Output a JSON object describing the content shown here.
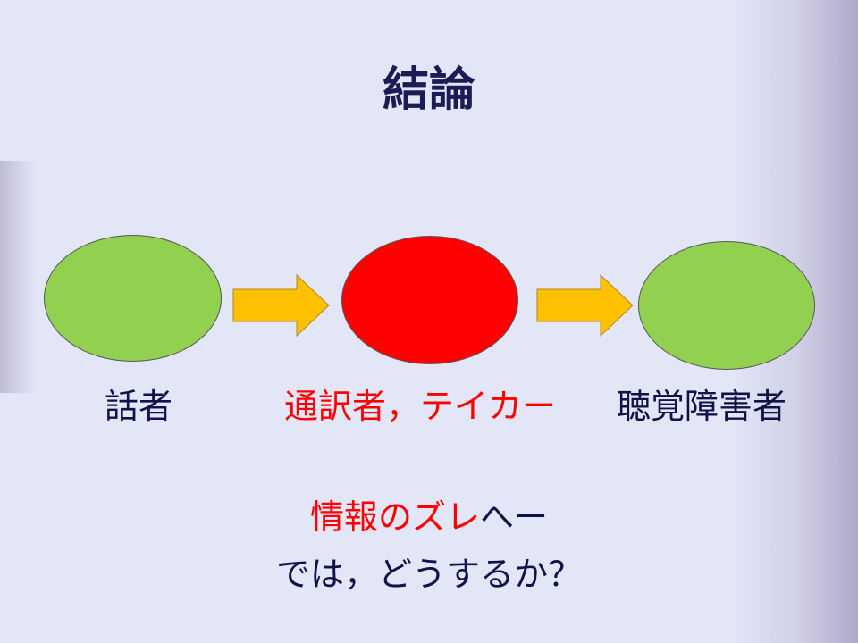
{
  "title": "結論",
  "nodes": [
    {
      "label": "話者",
      "fill": "#92d050"
    },
    {
      "label": "通訳者，テイカー",
      "fill": "#ff0000"
    },
    {
      "label": "聴覚障害者",
      "fill": "#92d050"
    }
  ],
  "arrow_color": "#ffc000",
  "bottom": {
    "line1_red": "情報のズレ",
    "line1_rest": "へー",
    "line2": "では，どうするか？"
  }
}
